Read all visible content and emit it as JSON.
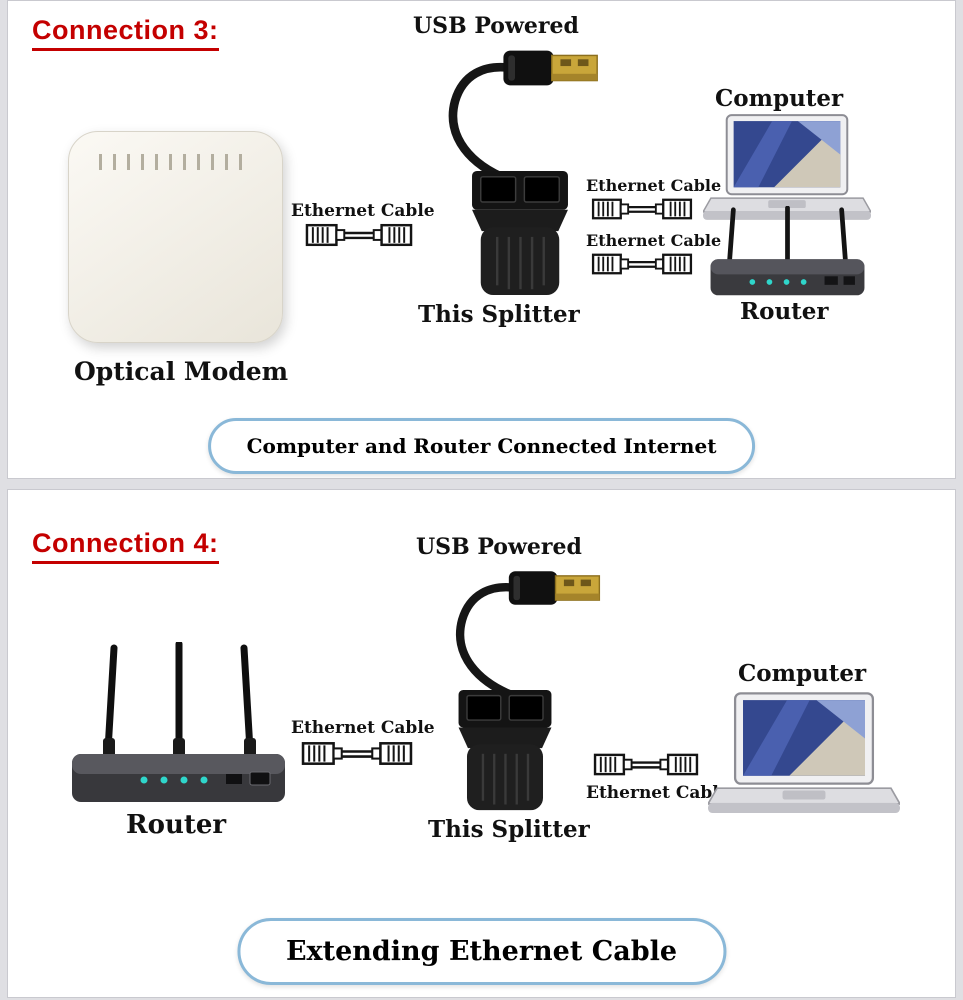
{
  "colors": {
    "title_red": "#c40000",
    "pill_border": "#8ab8d8",
    "led_teal": "#2fd6cb",
    "usb_gold": "#c9a63a",
    "device_black": "#1c1c1c"
  },
  "connection3": {
    "title": "Connection 3:",
    "usb_label": "USB Powered",
    "computer_label": "Computer",
    "modem_label": "Optical Modem",
    "cable_label_left": "Ethernet Cable",
    "cable_label_right_top": "Ethernet Cable",
    "cable_label_right_bottom": "Ethernet Cable",
    "splitter_label": "This Splitter",
    "router_label": "Router",
    "caption": "Computer and Router Connected Internet"
  },
  "connection4": {
    "title": "Connection 4:",
    "usb_label": "USB Powered",
    "computer_label": "Computer",
    "router_label": "Router",
    "cable_label_left": "Ethernet Cable",
    "cable_label_right": "Ethernet Cable",
    "splitter_label": "This Splitter",
    "caption": "Extending Ethernet Cable"
  },
  "icons": {
    "usb_plug": "usb-plug-icon",
    "splitter": "splitter-icon",
    "ethernet_coupler": "ethernet-cable-icon",
    "optical_modem": "optical-modem-icon",
    "laptop": "laptop-icon",
    "router": "router-icon"
  }
}
